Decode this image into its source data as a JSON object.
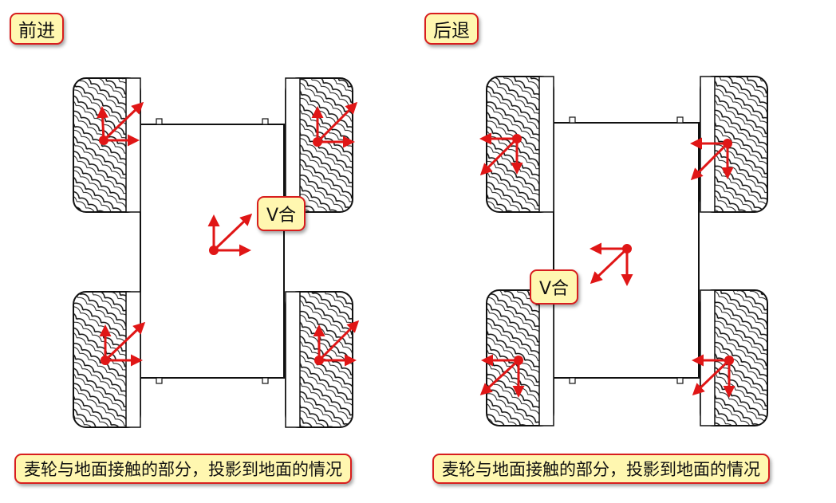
{
  "panels": [
    {
      "title": "前进",
      "resultant_label": "V合",
      "caption": "麦轮与地面接触的部分，投影到地面的情况",
      "direction": "forward"
    },
    {
      "title": "后退",
      "resultant_label": "V合",
      "caption": "麦轮与地面接触的部分，投影到地面的情况",
      "direction": "backward"
    }
  ],
  "colors": {
    "arrow": "#e01616",
    "label_fill": "#fff7b0",
    "label_border": "#d81e1e",
    "outline": "#111111"
  }
}
